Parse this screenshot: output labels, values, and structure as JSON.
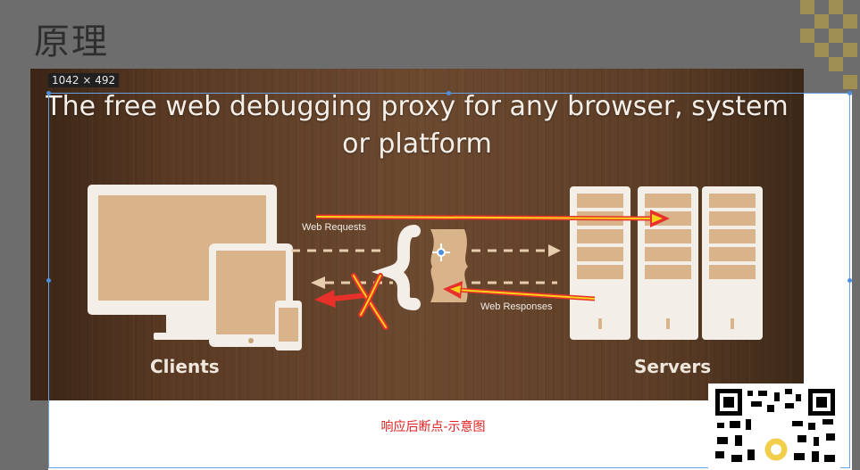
{
  "slide": {
    "title": "原理"
  },
  "image_overlay": {
    "size_badge": "1042 × 492"
  },
  "image": {
    "headline_line1": "The free web debugging proxy for any browser, system",
    "headline_line2": "or platform",
    "clients_label": "Clients",
    "servers_label": "Servers",
    "web_requests_label": "Web Requests",
    "web_responses_label": "Web Responses"
  },
  "caption": "响应后断点-示意图",
  "colors": {
    "backdrop": "#6d6d6d",
    "wood": "#6c4a30",
    "device_fill": "#d9b48a",
    "annotation_red": "#e8302a",
    "annotation_yellow": "#f5d21c",
    "caption_red": "#e02020"
  },
  "icons": {
    "proxy": "proxy-braces-icon",
    "move_cursor": "move-cursor-icon",
    "blocked_mark": "x-mark-icon"
  }
}
